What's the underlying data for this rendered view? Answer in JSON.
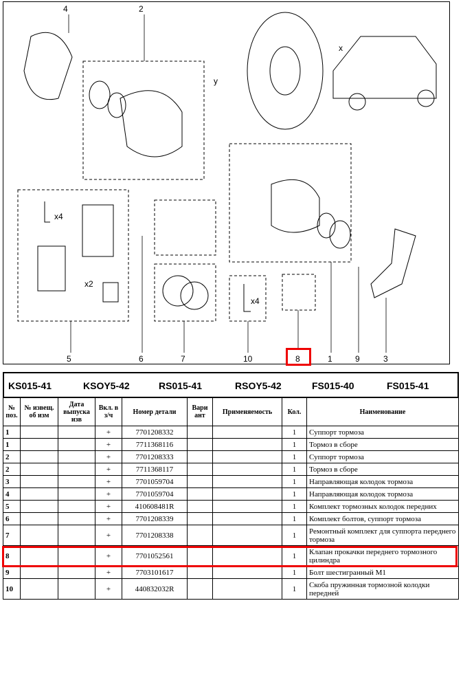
{
  "diagram": {
    "callouts": [
      "4",
      "2",
      "5",
      "6",
      "7",
      "10",
      "8",
      "1",
      "9",
      "3"
    ],
    "multipliers": [
      "x4",
      "x2",
      "x4"
    ],
    "axes": [
      "x",
      "y"
    ],
    "highlight_color": "#e00000"
  },
  "models": [
    "KS015-41",
    "KSOY5-42",
    "RS015-41",
    "RSOY5-42",
    "FS015-40",
    "FS015-41"
  ],
  "table": {
    "headers": [
      "№ поз.",
      "№ извещ. об изм",
      "Дата выпуска изв",
      "Вкл. в з/ч",
      "Номер детали",
      "Вари ант",
      "Применяемость",
      "Кол.",
      "Наименование"
    ],
    "rows": [
      {
        "pos": "1",
        "incl": "+",
        "part": "7701208332",
        "qty": "1",
        "name": "Суппорт тормоза"
      },
      {
        "pos": "1",
        "incl": "+",
        "part": "7711368116",
        "qty": "1",
        "name": "Тормоз в сборе"
      },
      {
        "pos": "2",
        "incl": "+",
        "part": "7701208333",
        "qty": "1",
        "name": "Суппорт тормоза"
      },
      {
        "pos": "2",
        "incl": "+",
        "part": "7711368117",
        "qty": "1",
        "name": "Тормоз в сборе"
      },
      {
        "pos": "3",
        "incl": "+",
        "part": "7701059704",
        "qty": "1",
        "name": "Направляющая колодок тормоза"
      },
      {
        "pos": "4",
        "incl": "+",
        "part": "7701059704",
        "qty": "1",
        "name": "Направляющая колодок тормоза"
      },
      {
        "pos": "5",
        "incl": "+",
        "part": "410608481R",
        "qty": "1",
        "name": "Комплект тормозных колодок передних"
      },
      {
        "pos": "6",
        "incl": "+",
        "part": "7701208339",
        "qty": "1",
        "name": "Комплект болтов, суппорт тормоза"
      },
      {
        "pos": "7",
        "incl": "+",
        "part": "7701208338",
        "qty": "1",
        "name": "Ремонтный комплект для суппорта переднего тормоза"
      },
      {
        "pos": "8",
        "incl": "+",
        "part": "7701052561",
        "qty": "1",
        "name": "Клапан прокачки переднего тормозного цилиндра"
      },
      {
        "pos": "9",
        "incl": "+",
        "part": "7703101617",
        "qty": "1",
        "name": "Болт шестигранный М1"
      },
      {
        "pos": "10",
        "incl": "+",
        "part": "440832032R",
        "qty": "1",
        "name": "Скоба пружинная тормозной колодки передней"
      }
    ]
  }
}
